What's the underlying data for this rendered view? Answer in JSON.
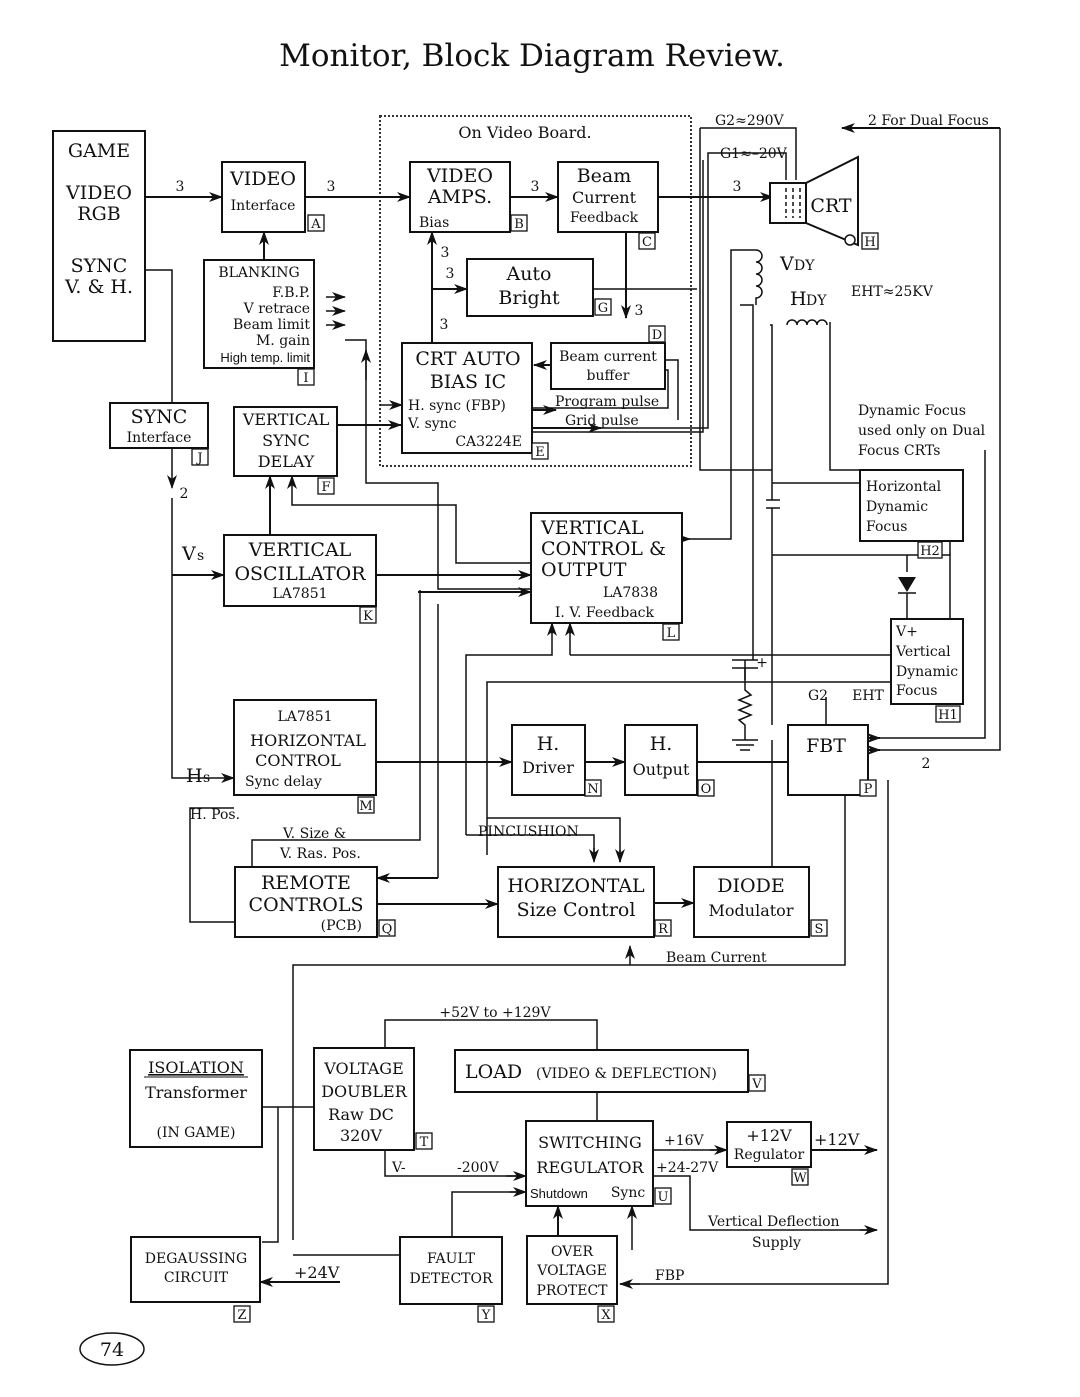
{
  "title": "Monitor, Block Diagram Review.",
  "page_number": "74",
  "video_board_label": "On Video Board.",
  "blocks": {
    "game": {
      "l1": "GAME",
      "l2": "VIDEO",
      "l3": "RGB",
      "l4": "SYNC",
      "l5": "V. & H."
    },
    "video_interface": {
      "l1": "VIDEO",
      "l2": "Interface",
      "tag": "A"
    },
    "blanking": {
      "l1": "BLANKING",
      "l2": "F.B.P.",
      "l3": "V retrace",
      "l4": "Beam limit",
      "l5": "M. gain",
      "l6": "High temp. limit",
      "tag": "I"
    },
    "sync_interface": {
      "l1": "SYNC",
      "l2": "Interface",
      "tag": "J"
    },
    "video_amps": {
      "l1": "VIDEO",
      "l2": "AMPS.",
      "l3": "Bias",
      "tag": "B"
    },
    "beam_feedback": {
      "l1": "Beam",
      "l2": "Current",
      "l3": "Feedback",
      "tag": "C"
    },
    "auto_bright": {
      "l1": "Auto",
      "l2": "Bright",
      "tag": "G"
    },
    "beam_buffer": {
      "l1": "Beam current",
      "l2": "buffer",
      "tag": "D"
    },
    "crt_bias": {
      "l1": "CRT AUTO",
      "l2": "BIAS IC",
      "l3": "H. sync (FBP)",
      "l4": "V. sync",
      "l5": "CA3224E",
      "l6": "Program pulse",
      "l7": "Grid pulse",
      "tag": "E"
    },
    "vsync_delay": {
      "l1": "VERTICAL",
      "l2": "SYNC",
      "l3": "DELAY",
      "tag": "F"
    },
    "crt": {
      "l1": "CRT",
      "tag": "H"
    },
    "vert_osc": {
      "l1": "VERTICAL",
      "l2": "OSCILLATOR",
      "l3": "LA7851",
      "tag": "K"
    },
    "vert_ctrl": {
      "l1": "VERTICAL",
      "l2": "CONTROL &",
      "l3": "OUTPUT",
      "l4": "LA7838",
      "l5": "I. V. Feedback",
      "tag": "L"
    },
    "h_dyn_focus": {
      "l1": "Horizontal",
      "l2": "Dynamic",
      "l3": "Focus",
      "tag": "H2"
    },
    "v_dyn_focus": {
      "l1": "V+",
      "l2": "Vertical",
      "l3": "Dynamic",
      "l4": "Focus",
      "tag": "H1"
    },
    "horiz_ctrl": {
      "l1": "LA7851",
      "l2": "HORIZONTAL",
      "l3": "CONTROL",
      "l4": "Sync delay",
      "tag": "M"
    },
    "h_driver": {
      "l1": "H.",
      "l2": "Driver",
      "tag": "N"
    },
    "h_output": {
      "l1": "H.",
      "l2": "Output",
      "tag": "O"
    },
    "fbt": {
      "l1": "FBT",
      "tag": "P"
    },
    "remote": {
      "l1": "REMOTE",
      "l2": "CONTROLS",
      "l3": "(PCB)",
      "tag": "Q"
    },
    "hsize": {
      "l1": "HORIZONTAL",
      "l2": "Size Control",
      "tag": "R"
    },
    "diode": {
      "l1": "DIODE",
      "l2": "Modulator",
      "tag": "S"
    },
    "isolation": {
      "l1": "ISOLATION",
      "l2": "Transformer",
      "l3": "(IN GAME)"
    },
    "doubler": {
      "l1": "VOLTAGE",
      "l2": "DOUBLER",
      "l3": "Raw DC",
      "l4": "320V",
      "tag": "T"
    },
    "load": {
      "l1": "LOAD",
      "l2": "(VIDEO & DEFLECTION)",
      "tag": "V"
    },
    "switching": {
      "l1": "SWITCHING",
      "l2": "REGULATOR",
      "l3": "Shutdown",
      "l4": "Sync",
      "tag": "U"
    },
    "reg12": {
      "l1": "+12V",
      "l2": "Regulator",
      "tag": "W"
    },
    "degauss": {
      "l1": "DEGAUSSING",
      "l2": "CIRCUIT",
      "tag": "Z"
    },
    "fault": {
      "l1": "FAULT",
      "l2": "DETECTOR",
      "tag": "Y"
    },
    "overvolt": {
      "l1": "OVER",
      "l2": "VOLTAGE",
      "l3": "PROTECT",
      "tag": "X"
    }
  },
  "labels": {
    "three": "3",
    "two": "2",
    "g2_290": "G2≈290V",
    "g1_20": "G1≈–20V",
    "dual_focus": "2 For Dual Focus",
    "vdy_v": "V",
    "vdy_sub": "DY",
    "hdy_h": "H",
    "hdy_sub": "DY",
    "eht_25kv": "EHT≈25KV",
    "dyn_note_1": "Dynamic Focus",
    "dyn_note_2": "used only on Dual",
    "dyn_note_3": "Focus CRTs",
    "vs_v": "V",
    "vs_sub": "s",
    "hs_h": "H",
    "hs_sub": "s",
    "g2": "G2",
    "eht": "EHT",
    "plus": "+",
    "h_pos": "H. Pos.",
    "v_size": "V. Size &",
    "v_ras_pos": "V. Ras. Pos.",
    "pincushion": "PINCUSHION",
    "beam_current": "Beam Current",
    "v52_129": "+52V to +129V",
    "v_minus": "V-",
    "minus200": "-200V",
    "plus16": "+16V",
    "plus24_27": "+24-27V",
    "plus12_out": "+12V",
    "vdef_1": "Vertical Deflection",
    "vdef_2": "Supply",
    "fbp": "FBP",
    "plus24": "+24V"
  }
}
